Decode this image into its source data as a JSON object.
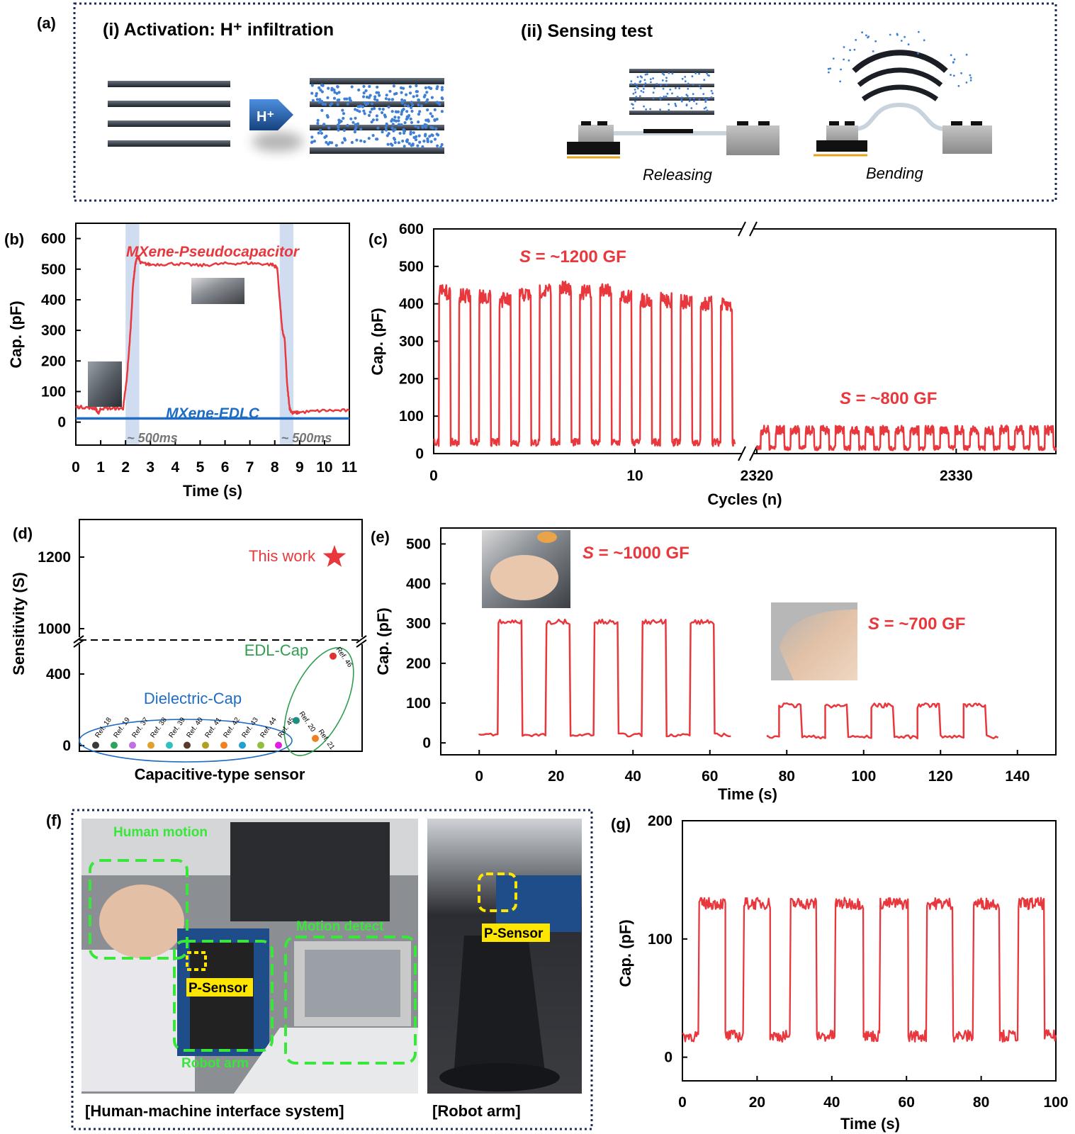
{
  "panel_a": {
    "label": "(a)",
    "title_i": "(i) Activation: H⁺ infiltration",
    "title_ii": "(ii) Sensing test",
    "arrow_text": "H⁺",
    "releasing": "Releasing",
    "bending": "Bending"
  },
  "panel_f": {
    "label": "(f)",
    "human_motion": "Human motion",
    "motion_detect": "Motion detect",
    "p_sensor": "P-Sensor",
    "robot_arm_tag": "Robot arm",
    "caption_left": "[Human-machine interface system]",
    "caption_right": "[Robot arm]"
  },
  "colors": {
    "red": "#e8383d",
    "blue": "#1f6cc4",
    "green": "#2e9e4e",
    "highlight": "#ffe600",
    "frame": "#1a2a5c"
  },
  "chart_data": [
    {
      "id": "b",
      "label": "(b)",
      "type": "line",
      "xlabel": "Time (s)",
      "ylabel": "Cap. (pF)",
      "xlim": [
        0,
        11
      ],
      "ylim": [
        -75,
        650
      ],
      "xticks": [
        0,
        1,
        2,
        3,
        4,
        5,
        6,
        7,
        8,
        9,
        10,
        11
      ],
      "yticks": [
        0,
        100,
        200,
        300,
        400,
        500,
        600
      ],
      "bands": [
        [
          2.0,
          2.55
        ],
        [
          8.2,
          8.75
        ]
      ],
      "band_labels": [
        "~ 500ms",
        "~ 500ms"
      ],
      "series": [
        {
          "name": "MXene-Pseudocapacitor",
          "color": "#e8383d",
          "x": [
            0,
            0.5,
            0.8,
            0.9,
            1.0,
            1.5,
            1.9,
            2.05,
            2.2,
            2.3,
            2.4,
            2.5,
            2.6,
            3.0,
            4.0,
            5.0,
            6.0,
            7.0,
            7.9,
            8.1,
            8.3,
            8.4,
            8.5,
            8.6,
            8.7,
            9.0,
            10.0,
            11.0
          ],
          "y": [
            50,
            48,
            45,
            28,
            45,
            45,
            45,
            140,
            300,
            450,
            520,
            545,
            520,
            515,
            518,
            512,
            518,
            520,
            515,
            505,
            300,
            270,
            120,
            45,
            30,
            32,
            38,
            38
          ]
        },
        {
          "name": "MXene-EDLC",
          "color": "#1f6cc4",
          "x": [
            0,
            11
          ],
          "y": [
            12,
            12
          ]
        }
      ]
    },
    {
      "id": "c",
      "label": "(c)",
      "type": "line",
      "xlabel": "Cycles (n)",
      "ylabel": "Cap. (pF)",
      "ylim": [
        0,
        600
      ],
      "yticks": [
        0,
        100,
        200,
        300,
        400,
        500,
        600
      ],
      "xlim_left": [
        0,
        15
      ],
      "xlim_right": [
        2320,
        2335
      ],
      "xticks_left": [
        0,
        10
      ],
      "xticks_right": [
        2320,
        2330
      ],
      "cycles_left": {
        "count": 15,
        "high": 440,
        "low": 30,
        "highs": [
          450,
          440,
          440,
          430,
          445,
          455,
          460,
          450,
          460,
          440,
          430,
          430,
          425,
          420,
          415
        ]
      },
      "cycles_right": {
        "count": 20,
        "high": 75,
        "low": 15
      },
      "annotation_left": "S = ~1200 GF",
      "annotation_right": "S = ~800 GF"
    },
    {
      "id": "d",
      "label": "(d)",
      "type": "scatter",
      "xlabel": "Capacitive-type sensor",
      "ylabel": "Sensitivity (S)",
      "yticks_upper": [
        1000,
        1200
      ],
      "yticks_lower": [
        0,
        400
      ],
      "this_work": {
        "text": "This work",
        "y": 1200
      },
      "group_dielectric": "Dielectric-Cap",
      "group_edl": "EDL-Cap",
      "points": [
        {
          "ref": "Ref. 18",
          "y": 2,
          "color": "#3a3a3a"
        },
        {
          "ref": "Ref. 19",
          "y": 2,
          "color": "#2ea35a"
        },
        {
          "ref": "Ref. 37",
          "y": 2,
          "color": "#c070e0"
        },
        {
          "ref": "Ref. 38",
          "y": 2,
          "color": "#e0a030"
        },
        {
          "ref": "Ref. 39",
          "y": 2,
          "color": "#2fc0c0"
        },
        {
          "ref": "Ref. 40",
          "y": 2,
          "color": "#5a3a2a"
        },
        {
          "ref": "Ref. 41",
          "y": 2,
          "color": "#b0a020"
        },
        {
          "ref": "Ref. 42",
          "y": 2,
          "color": "#f08020"
        },
        {
          "ref": "Ref. 43",
          "y": 2,
          "color": "#20a0d0"
        },
        {
          "ref": "Ref. 44",
          "y": 2,
          "color": "#90c040"
        },
        {
          "ref": "Ref. 45",
          "y": 2,
          "color": "#e020e0"
        },
        {
          "ref": "Ref. 20",
          "y": 140,
          "color": "#1a9080"
        },
        {
          "ref": "Ref. 21",
          "y": 40,
          "color": "#f08020"
        },
        {
          "ref": "Ref. 46",
          "y": 500,
          "color": "#e03030"
        }
      ]
    },
    {
      "id": "e",
      "label": "(e)",
      "type": "line",
      "xlabel": "Time (s)",
      "ylabel": "Cap. (pF)",
      "xlim": [
        -10,
        150
      ],
      "ylim": [
        -30,
        540
      ],
      "xticks": [
        0,
        20,
        40,
        60,
        80,
        100,
        120,
        140
      ],
      "yticks": [
        0,
        100,
        200,
        300,
        400,
        500
      ],
      "segment1": {
        "x_start": 0,
        "x_end": 66,
        "period": 12.5,
        "first_rise": 5,
        "duty": 0.5,
        "high": 310,
        "low": 20,
        "count": 5
      },
      "segment2": {
        "x_start": 75,
        "x_end": 135,
        "period": 12,
        "first_rise": 78,
        "duty": 0.5,
        "high": 100,
        "low": 15,
        "count": 5
      },
      "annotation_1": "S = ~1000 GF",
      "annotation_2": "S = ~700 GF"
    },
    {
      "id": "g",
      "label": "(g)",
      "type": "line",
      "xlabel": "Time (s)",
      "ylabel": "Cap. (pF)",
      "xlim": [
        0,
        100
      ],
      "ylim": [
        -20,
        200
      ],
      "xticks": [
        0,
        20,
        40,
        60,
        80,
        100
      ],
      "yticks": [
        0,
        100,
        200
      ],
      "pulses": [
        {
          "rise": 4.5,
          "fall": 11.5,
          "high": 130
        },
        {
          "rise": 16.5,
          "fall": 23.5,
          "high": 130
        },
        {
          "rise": 29,
          "fall": 36,
          "high": 130
        },
        {
          "rise": 41,
          "fall": 48.5,
          "high": 130
        },
        {
          "rise": 53,
          "fall": 60.5,
          "high": 130
        },
        {
          "rise": 65.5,
          "fall": 72.5,
          "high": 130
        },
        {
          "rise": 78,
          "fall": 85,
          "high": 130
        },
        {
          "rise": 90,
          "fall": 97,
          "high": 130
        }
      ],
      "low": 18
    }
  ]
}
